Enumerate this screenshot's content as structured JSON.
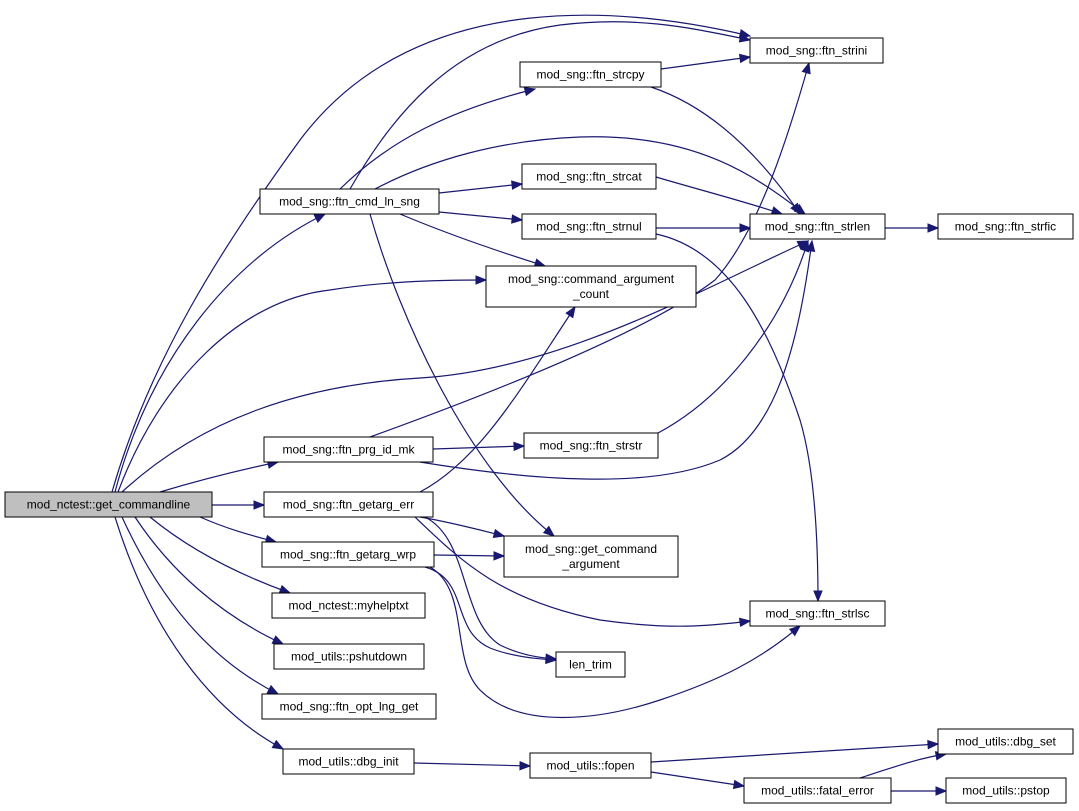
{
  "graph": {
    "colors": {
      "edge": "#191970",
      "root_fill": "#bfbfbf",
      "node_fill": "#ffffff",
      "node_border": "#000000"
    },
    "nodes": [
      {
        "id": "get_commandline",
        "lines": [
          "mod_nctest::get_commandline"
        ],
        "root": true
      },
      {
        "id": "ftn_strini",
        "lines": [
          "mod_sng::ftn_strini"
        ]
      },
      {
        "id": "ftn_strcpy",
        "lines": [
          "mod_sng::ftn_strcpy"
        ]
      },
      {
        "id": "ftn_cmd_ln_sng",
        "lines": [
          "mod_sng::ftn_cmd_ln_sng"
        ]
      },
      {
        "id": "ftn_strcat",
        "lines": [
          "mod_sng::ftn_strcat"
        ]
      },
      {
        "id": "ftn_strnul",
        "lines": [
          "mod_sng::ftn_strnul"
        ]
      },
      {
        "id": "ftn_strlen",
        "lines": [
          "mod_sng::ftn_strlen"
        ]
      },
      {
        "id": "ftn_strfic",
        "lines": [
          "mod_sng::ftn_strfic"
        ]
      },
      {
        "id": "command_argument_count",
        "lines": [
          "mod_sng::command_argument",
          "_count"
        ]
      },
      {
        "id": "ftn_prg_id_mk",
        "lines": [
          "mod_sng::ftn_prg_id_mk"
        ]
      },
      {
        "id": "ftn_strstr",
        "lines": [
          "mod_sng::ftn_strstr"
        ]
      },
      {
        "id": "ftn_getarg_err",
        "lines": [
          "mod_sng::ftn_getarg_err"
        ]
      },
      {
        "id": "get_command_argument",
        "lines": [
          "mod_sng::get_command",
          "_argument"
        ]
      },
      {
        "id": "ftn_getarg_wrp",
        "lines": [
          "mod_sng::ftn_getarg_wrp"
        ]
      },
      {
        "id": "ftn_strlsc",
        "lines": [
          "mod_sng::ftn_strlsc"
        ]
      },
      {
        "id": "myhelptxt",
        "lines": [
          "mod_nctest::myhelptxt"
        ]
      },
      {
        "id": "pshutdown",
        "lines": [
          "mod_utils::pshutdown"
        ]
      },
      {
        "id": "len_trim",
        "lines": [
          "len_trim"
        ]
      },
      {
        "id": "ftn_opt_lng_get",
        "lines": [
          "mod_sng::ftn_opt_lng_get"
        ]
      },
      {
        "id": "dbg_init",
        "lines": [
          "mod_utils::dbg_init"
        ]
      },
      {
        "id": "fopen",
        "lines": [
          "mod_utils::fopen"
        ]
      },
      {
        "id": "dbg_set",
        "lines": [
          "mod_utils::dbg_set"
        ]
      },
      {
        "id": "fatal_error",
        "lines": [
          "mod_utils::fatal_error"
        ]
      },
      {
        "id": "pstop",
        "lines": [
          "mod_utils::pstop"
        ]
      }
    ],
    "edges": [
      {
        "from": "get_commandline",
        "to": "ftn_strini"
      },
      {
        "from": "get_commandline",
        "to": "ftn_cmd_ln_sng"
      },
      {
        "from": "get_commandline",
        "to": "command_argument_count"
      },
      {
        "from": "get_commandline",
        "to": "ftn_strlen"
      },
      {
        "from": "get_commandline",
        "to": "ftn_prg_id_mk"
      },
      {
        "from": "get_commandline",
        "to": "ftn_getarg_err"
      },
      {
        "from": "get_commandline",
        "to": "ftn_getarg_wrp"
      },
      {
        "from": "get_commandline",
        "to": "myhelptxt"
      },
      {
        "from": "get_commandline",
        "to": "pshutdown"
      },
      {
        "from": "get_commandline",
        "to": "ftn_opt_lng_get"
      },
      {
        "from": "get_commandline",
        "to": "dbg_init"
      },
      {
        "from": "ftn_cmd_ln_sng",
        "to": "ftn_strcpy"
      },
      {
        "from": "ftn_cmd_ln_sng",
        "to": "ftn_strini"
      },
      {
        "from": "ftn_cmd_ln_sng",
        "to": "ftn_strlen"
      },
      {
        "from": "ftn_cmd_ln_sng",
        "to": "ftn_strcat"
      },
      {
        "from": "ftn_cmd_ln_sng",
        "to": "ftn_strnul"
      },
      {
        "from": "ftn_cmd_ln_sng",
        "to": "command_argument_count"
      },
      {
        "from": "ftn_cmd_ln_sng",
        "to": "get_command_argument"
      },
      {
        "from": "ftn_strcpy",
        "to": "ftn_strini"
      },
      {
        "from": "ftn_strcpy",
        "to": "ftn_strlen"
      },
      {
        "from": "ftn_strcat",
        "to": "ftn_strlen"
      },
      {
        "from": "ftn_strnul",
        "to": "ftn_strlen"
      },
      {
        "from": "ftn_strnul",
        "to": "ftn_strlsc"
      },
      {
        "from": "ftn_strlen",
        "to": "ftn_strfic"
      },
      {
        "from": "ftn_prg_id_mk",
        "to": "ftn_strini"
      },
      {
        "from": "ftn_prg_id_mk",
        "to": "ftn_strstr"
      },
      {
        "from": "ftn_prg_id_mk",
        "to": "ftn_strlen"
      },
      {
        "from": "ftn_strstr",
        "to": "ftn_strlen"
      },
      {
        "from": "ftn_getarg_err",
        "to": "command_argument_count"
      },
      {
        "from": "ftn_getarg_err",
        "to": "get_command_argument"
      },
      {
        "from": "ftn_getarg_err",
        "to": "ftn_strlsc"
      },
      {
        "from": "ftn_getarg_err",
        "to": "len_trim"
      },
      {
        "from": "ftn_getarg_wrp",
        "to": "get_command_argument"
      },
      {
        "from": "ftn_getarg_wrp",
        "to": "len_trim"
      },
      {
        "from": "ftn_getarg_wrp",
        "to": "ftn_strlsc"
      },
      {
        "from": "dbg_init",
        "to": "fopen"
      },
      {
        "from": "fopen",
        "to": "dbg_set"
      },
      {
        "from": "fopen",
        "to": "fatal_error"
      },
      {
        "from": "fatal_error",
        "to": "dbg_set"
      },
      {
        "from": "fatal_error",
        "to": "pstop"
      }
    ]
  }
}
